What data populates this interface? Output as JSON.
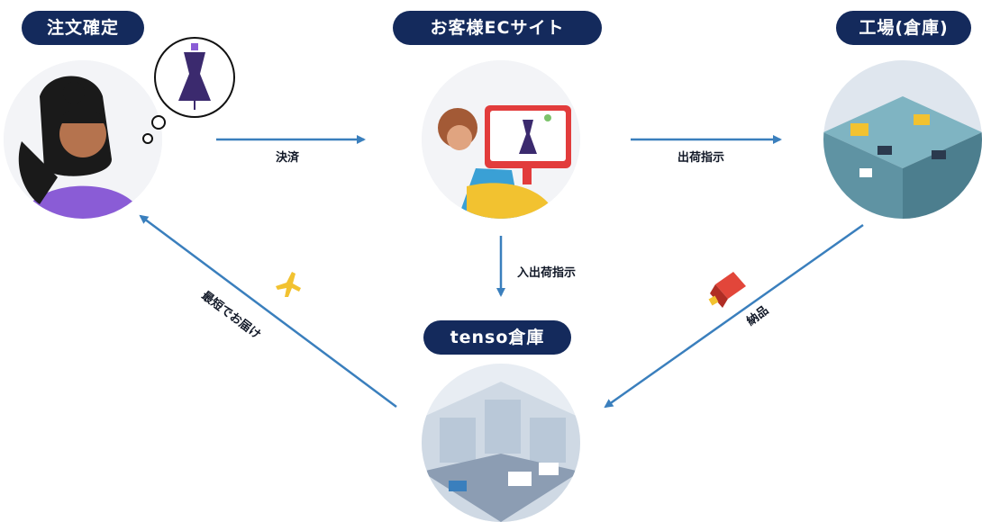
{
  "nodes": {
    "order": {
      "title": "注文確定"
    },
    "ec_site": {
      "title": "お客様ECサイト"
    },
    "factory": {
      "title": "工場(倉庫)"
    },
    "warehouse": {
      "title": "tenso倉庫"
    }
  },
  "edges": {
    "payment": "決済",
    "shipping_instruction": "出荷指示",
    "inout_instruction": "入出荷指示",
    "delivery": "納品",
    "fastest_delivery": "最短でお届け"
  },
  "colors": {
    "pill_bg": "#142a5c",
    "arrow": "#3a7fbd",
    "accent_purple": "#8a5cd6",
    "accent_yellow": "#f2c230"
  },
  "icons": {
    "thought": "dress-thought-bubble-icon",
    "plane": "airplane-icon",
    "box": "package-box-icon"
  }
}
